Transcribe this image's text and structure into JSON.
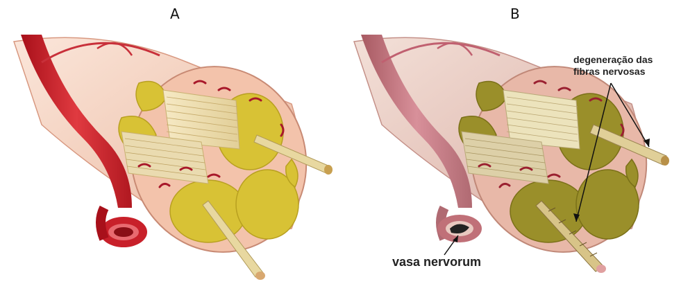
{
  "panels": {
    "a": {
      "label": "A"
    },
    "b": {
      "label": "B"
    }
  },
  "annotations": {
    "degeneration_line1": "degeneração das",
    "degeneration_line2": "fibras nervosas",
    "vasa_nervorum": "vasa nervorum"
  },
  "colors": {
    "nerve_sheath": "#f0c0a8",
    "fascicle_healthy": "#d8c235",
    "fascicle_degenerated": "#9a8f2a",
    "artery": "#c8202a",
    "artery_faded": "#c07078",
    "fiber": "#e8d8a0"
  }
}
